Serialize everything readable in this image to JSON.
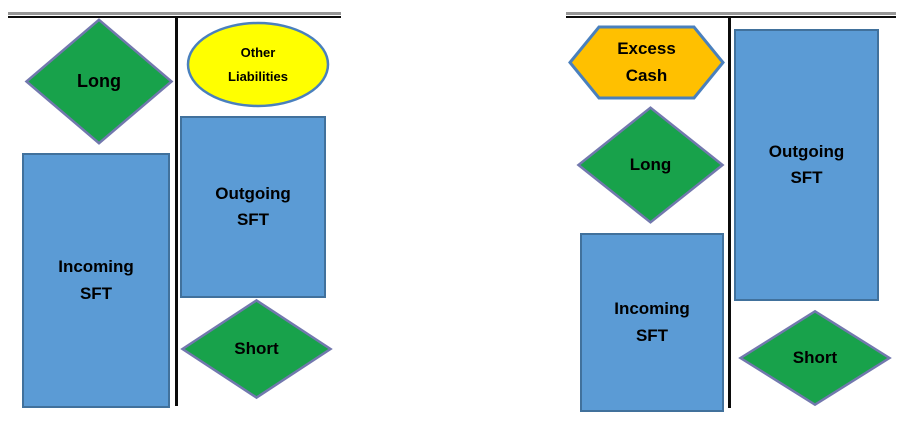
{
  "colors": {
    "green": "#18A24B",
    "diamond-border": "#7278AE",
    "blue": "#5B9BD5",
    "blue-border": "#41719C",
    "yellow": "#FFFF00",
    "oval-border": "#4A80BD",
    "orange": "#FFC000",
    "rule-gray": "#979797",
    "line-black": "#0B0B0B",
    "text": "#000000"
  },
  "panels": {
    "left": {
      "long": {
        "label": "Long"
      },
      "other_liabilities": {
        "line1": "Other",
        "line2": "Liabilities"
      },
      "incoming_sft": {
        "line1": "Incoming",
        "line2": "SFT"
      },
      "outgoing_sft": {
        "line1": "Outgoing",
        "line2": "SFT"
      },
      "short": {
        "label": "Short"
      }
    },
    "right": {
      "excess_cash": {
        "line1": "Excess",
        "line2": "Cash"
      },
      "long": {
        "label": "Long"
      },
      "outgoing_sft": {
        "line1": "Outgoing",
        "line2": "SFT"
      },
      "incoming_sft": {
        "line1": "Incoming",
        "line2": "SFT"
      },
      "short": {
        "label": "Short"
      }
    }
  }
}
